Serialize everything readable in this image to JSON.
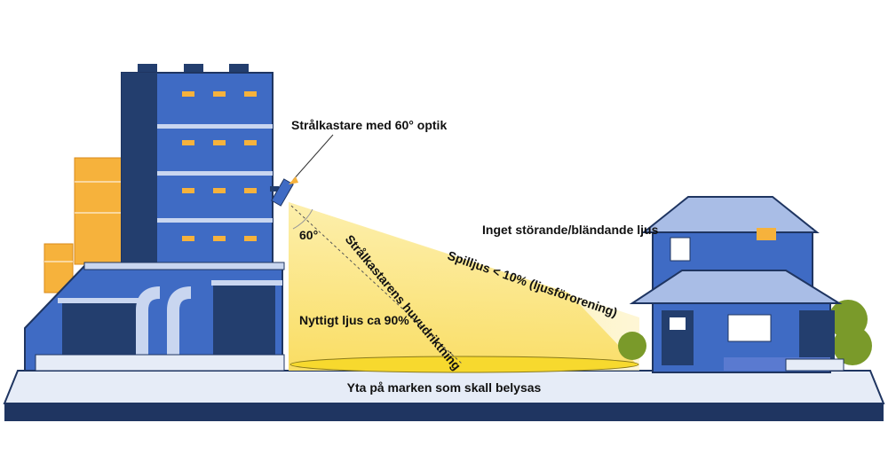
{
  "labels": {
    "floodlight": "Strålkastare med 60° optik",
    "angle": "60°",
    "main_direction": "Strålkastarens huvudriktning",
    "useful_light": "Nyttigt ljus ca 90%",
    "spill_light": "Spilljus < 10% (ljusförorening)",
    "no_glare": "Inget störande/bländande ljus",
    "ground_area": "Yta på marken som skall belysas"
  },
  "colors": {
    "building_blue": "#3f6bc4",
    "building_dark": "#233e6e",
    "light_yellow": "#fbe37a",
    "chimney_orange": "#f6b23c",
    "ground": "#e6ecf7",
    "base": "#1f3561"
  }
}
